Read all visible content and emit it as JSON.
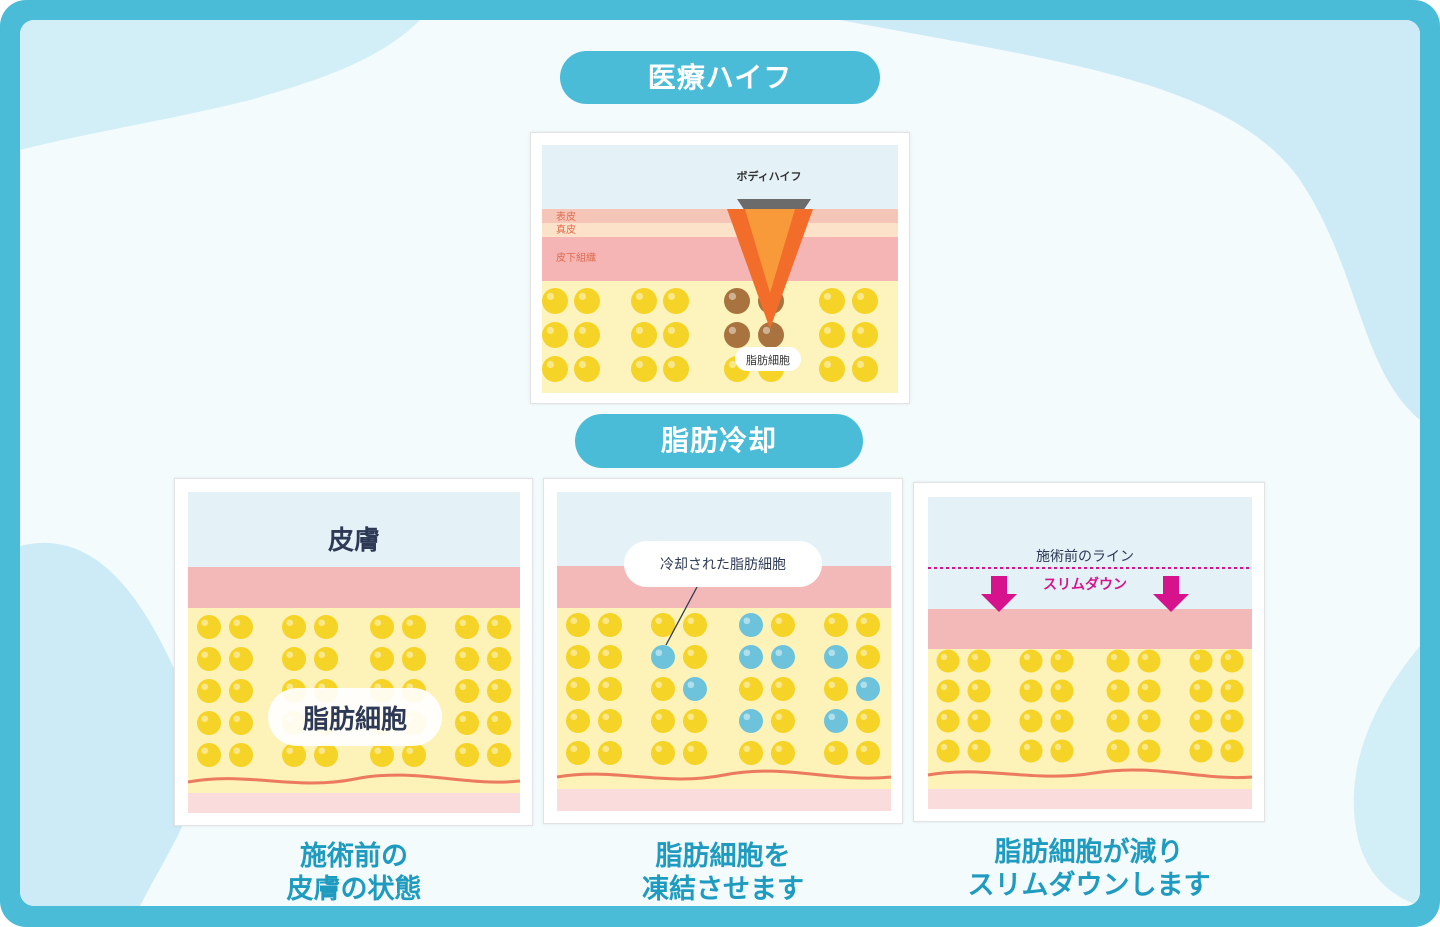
{
  "headings": {
    "hifu": "医療ハイフ",
    "cooling": "脂肪冷却"
  },
  "hifu_diagram": {
    "device_label": "ボディハイフ",
    "epidermis_label": "表皮",
    "dermis_label": "真皮",
    "subcutaneous_label": "皮下組織",
    "fat_cell_label": "脂肪細胞"
  },
  "panels": [
    {
      "skin_label": "皮膚",
      "fat_label": "脂肪細胞",
      "caption_line1": "施術前の",
      "caption_line2": "皮膚の状態"
    },
    {
      "callout_label": "冷却された脂肪細胞",
      "caption_line1": "脂肪細胞を",
      "caption_line2": "凍結させます"
    },
    {
      "before_line_label": "施術前のライン",
      "slim_label": "スリムダウン",
      "caption_line1": "脂肪細胞が減り",
      "caption_line2": "スリムダウンします"
    }
  ],
  "colors": {
    "frame": "#4bbcd8",
    "fat_cell": "#f5d327",
    "frozen_cell": "#6ec3dc",
    "heated_cell": "#a8733e",
    "skin": "#f2b9b8",
    "fat_layer": "#fdf2b8",
    "arrow": "#d6138c",
    "caption": "#1e9bbf"
  }
}
